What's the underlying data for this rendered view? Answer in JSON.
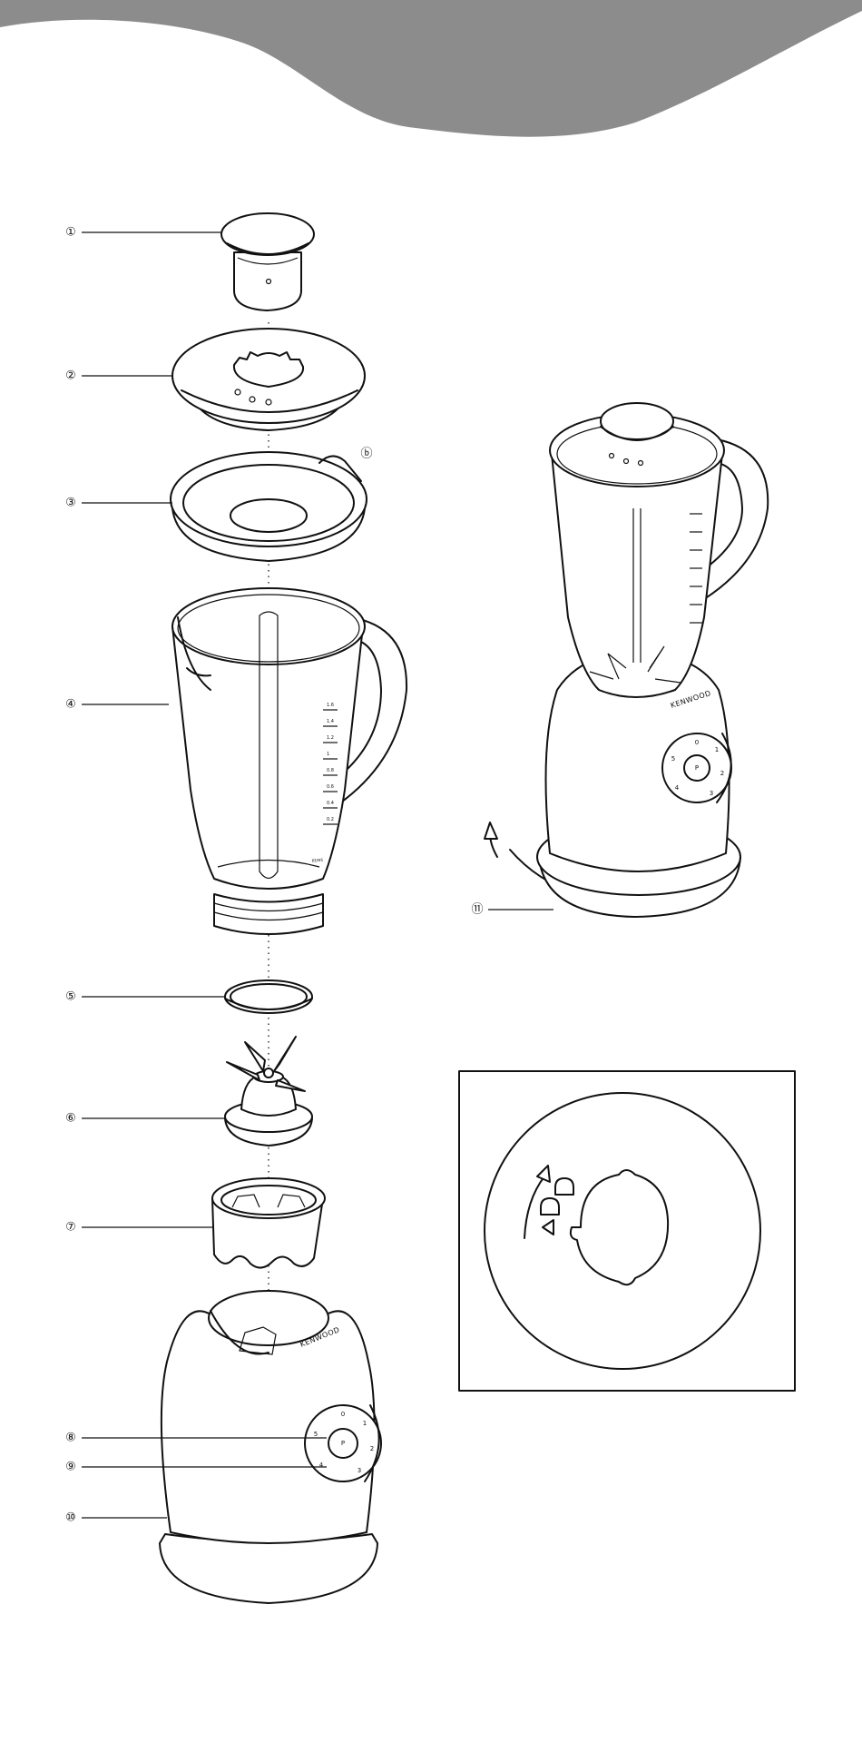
{
  "header": {
    "color": "#8c8c8c"
  },
  "callouts": [
    {
      "id": "1",
      "glyph": "①"
    },
    {
      "id": "2",
      "glyph": "②"
    },
    {
      "id": "3",
      "glyph": "③"
    },
    {
      "id": "4",
      "glyph": "④"
    },
    {
      "id": "5",
      "glyph": "⑤"
    },
    {
      "id": "6",
      "glyph": "⑥"
    },
    {
      "id": "7",
      "glyph": "⑦"
    },
    {
      "id": "8",
      "glyph": "⑧"
    },
    {
      "id": "9",
      "glyph": "⑨"
    },
    {
      "id": "10",
      "glyph": "⑩"
    },
    {
      "id": "11",
      "glyph": "⑪"
    },
    {
      "id": "b",
      "glyph": "ⓑ"
    }
  ],
  "brand": {
    "exploded": "KENWOOD",
    "assembled": "KENWOOD"
  },
  "dial_labels": [
    "P",
    "0",
    "1",
    "2",
    "3",
    "4",
    "5"
  ],
  "jug_scale": {
    "unit": "litres",
    "marks": [
      "1.6",
      "1.4",
      "1.2",
      "1",
      "0.8",
      "0.6",
      "0.4",
      "0.2"
    ]
  }
}
